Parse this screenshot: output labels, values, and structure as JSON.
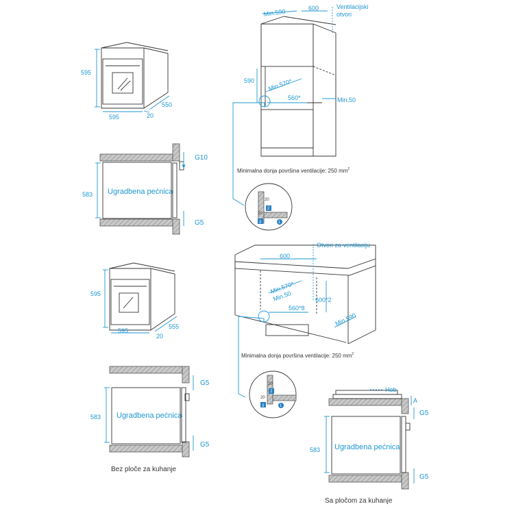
{
  "colors": {
    "dimension": "#1e96d2",
    "line": "#333333",
    "wall": "#bdbdbd"
  },
  "oven_a": {
    "height": "595",
    "width": "595",
    "depth": "550",
    "door": "20"
  },
  "oven_b": {
    "height": "595",
    "width": "595",
    "depth": "555",
    "door": "20"
  },
  "section_a": {
    "label": "Ugradbena pećnica",
    "height": "583",
    "gap_top": "G10",
    "gap_bottom": "G5"
  },
  "section_b": {
    "label": "Ugradbena pećnica",
    "height": "583",
    "gap_top": "G5",
    "gap_bottom": "G5",
    "caption": "Bez ploče za kuhanje"
  },
  "section_c": {
    "label": "Ugradbena pećnica",
    "height": "583",
    "hob": "Hob",
    "a": "A",
    "gap_top": "G5",
    "gap_bottom": "G5",
    "caption": "Sa pločom za kuhanje"
  },
  "tall_unit": {
    "min_width": "Min.590",
    "depth": "600",
    "vent_label_1": "Ventilacijski",
    "vent_label_2": "otvori",
    "niche_height": "590",
    "min_depth": "Min.570*",
    "inner_depth": "560*",
    "min_back": "Min.50",
    "vent_area": "Minimalna donja površina ventilacije: 250 mm",
    "vent_unit_sup": "2"
  },
  "base_unit": {
    "vent_label": "Otvori za ventilaciju",
    "depth": "600",
    "min_depth": "Min.570*",
    "min_back": "Min.50",
    "height": "600*2",
    "inner_depth": "560*8",
    "min_width": "Min.590",
    "vent_area": "Minimalna donja površina ventilacije: 250 mm",
    "vent_unit_sup": "2"
  },
  "detail_a": {
    "d1": "20",
    "d2": "20",
    "n1": "1",
    "n2": "2",
    "n3": "3"
  },
  "detail_b": {
    "d1": "20",
    "d2": "20",
    "n1": "1",
    "n2": "2",
    "n3": "3"
  }
}
